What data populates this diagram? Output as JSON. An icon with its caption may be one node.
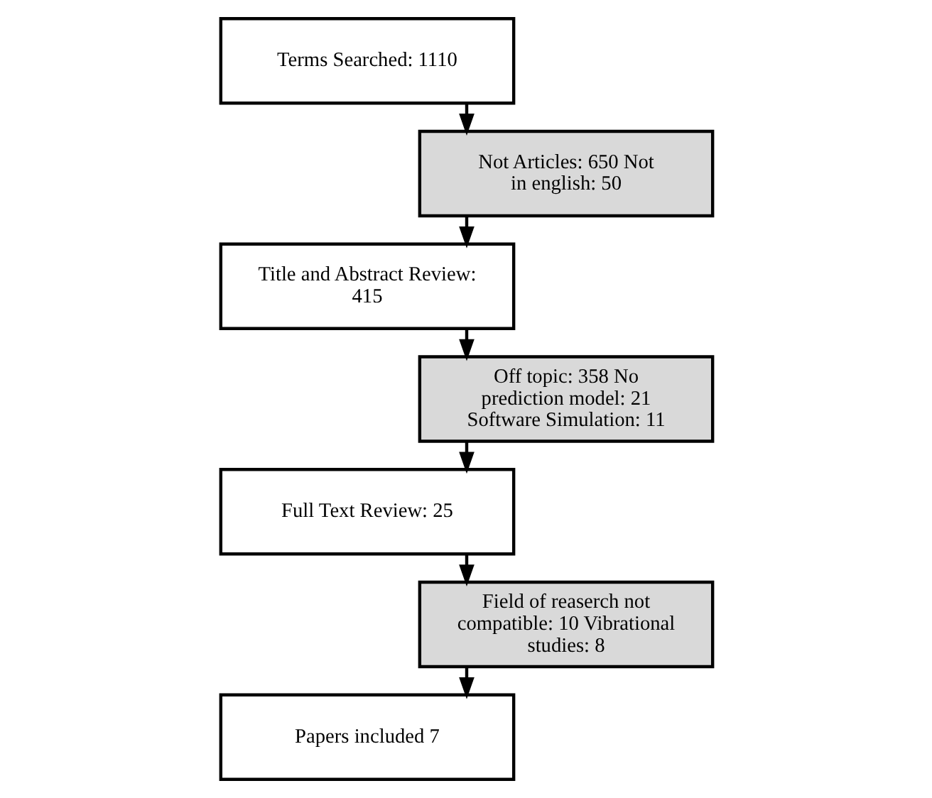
{
  "diagram": {
    "nodes": [
      {
        "text": [
          "Terms Searched: 1110"
        ]
      },
      {
        "text": [
          "Not Articles: 650 Not in english: 50"
        ]
      },
      {
        "text": [
          "Title and Abstract Review: 415"
        ]
      },
      {
        "text": [
          "Off topic: 358 No prediction model: 21 Software Simulation: 11"
        ]
      },
      {
        "text": [
          "Full Text Review: 25"
        ]
      },
      {
        "text": [
          "Field of reaserch not compatible: 10 Vibrational studies: 8"
        ]
      },
      {
        "text": [
          "Papers included 7"
        ]
      }
    ],
    "edges": [
      {
        "from": 0,
        "to": 1,
        "arrow": "to"
      },
      {
        "from": 1,
        "to": 2,
        "arrow": "to"
      },
      {
        "from": 2,
        "to": 3,
        "arrow": "to"
      },
      {
        "from": 3,
        "to": 4,
        "arrow": "to"
      },
      {
        "from": 4,
        "to": 5,
        "arrow": "to"
      },
      {
        "from": 5,
        "to": 6,
        "arrow": "to"
      }
    ]
  }
}
